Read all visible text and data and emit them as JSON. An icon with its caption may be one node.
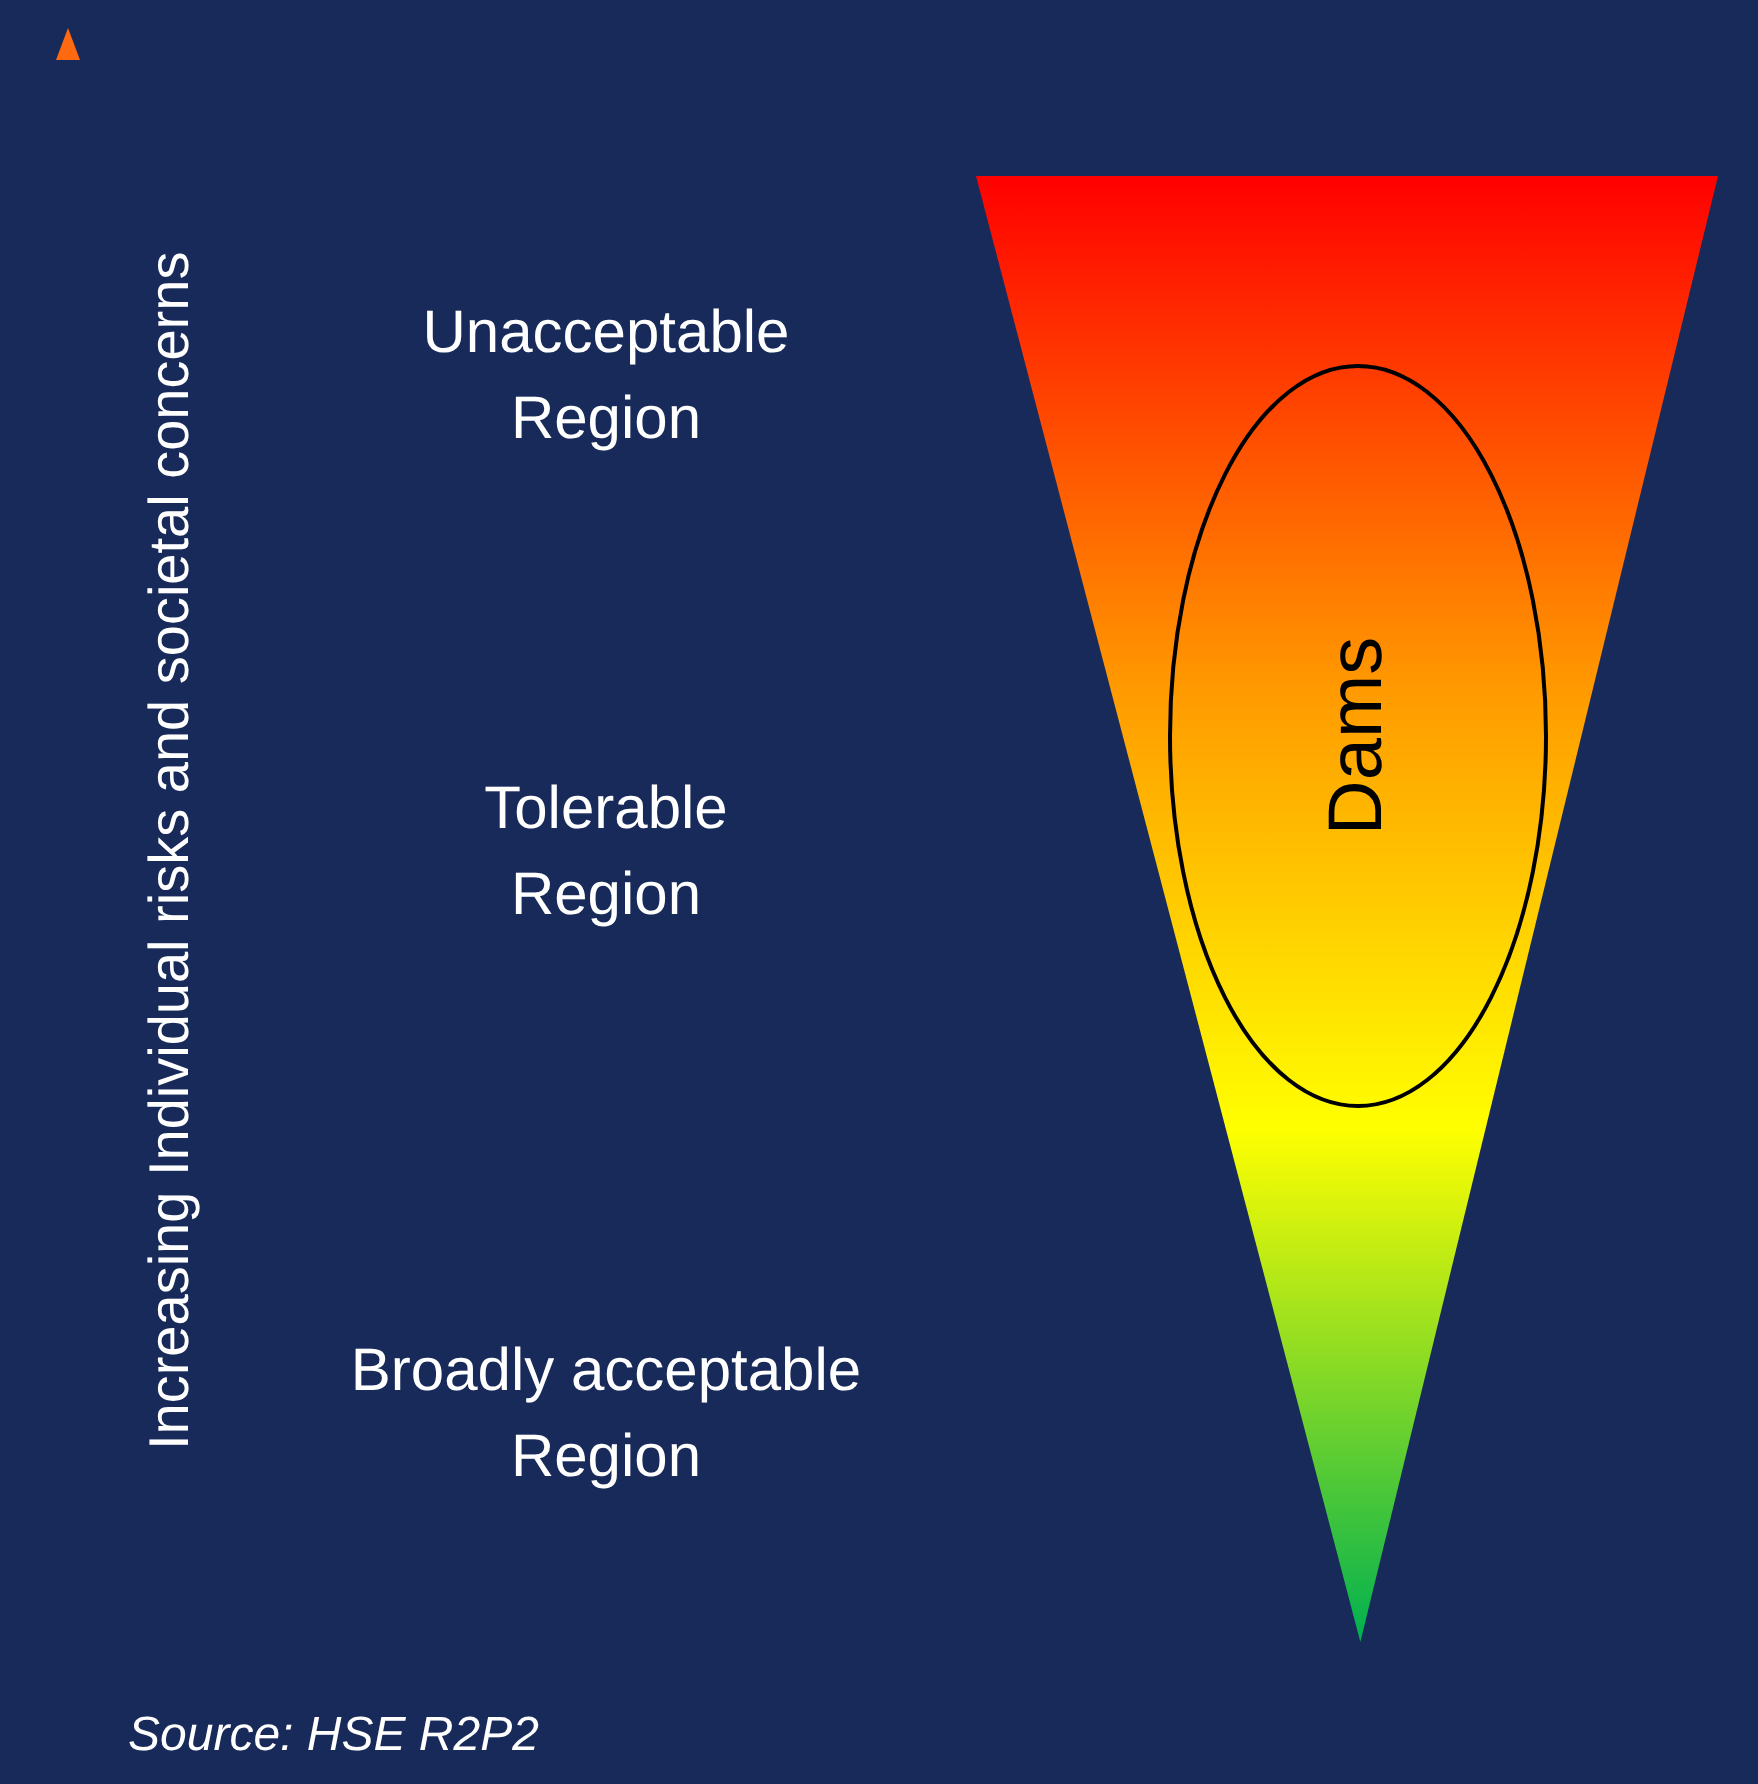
{
  "diagram": {
    "caption": "Source: HSE R2P2",
    "nodes": [
      {
        "text": [],
        "shape": "triangle"
      },
      {
        "text": [
          "Dams"
        ],
        "in": 0
      }
    ],
    "labels": [
      "Increasing Individual risks and societal concerns",
      "Unacceptable Region",
      "Tolerable Region",
      "Broadly acceptable Region"
    ]
  }
}
